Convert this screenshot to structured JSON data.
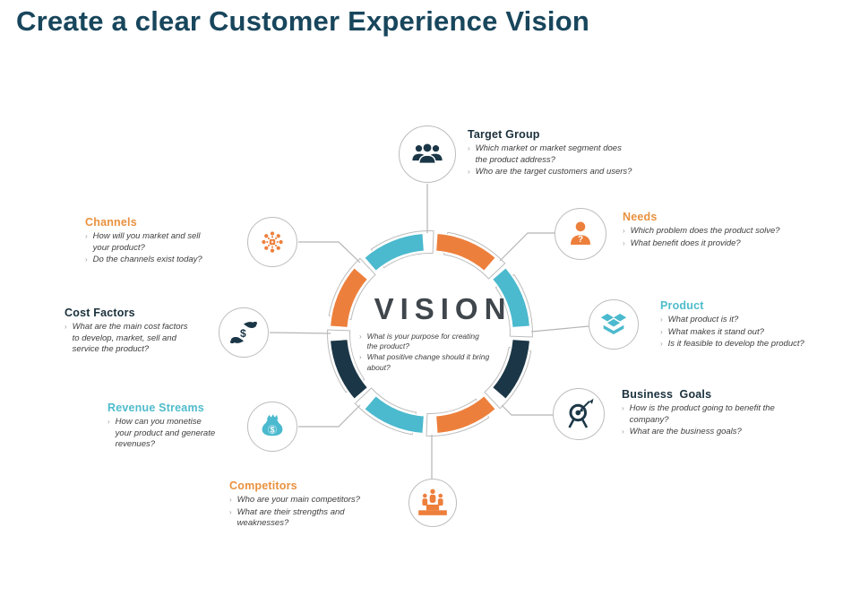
{
  "title": "Create a clear Customer Experience Vision",
  "bullet_marker": "›",
  "palette": {
    "orange": "#ED7F3C",
    "teal": "#4BB9CE",
    "navy": "#1B3747",
    "orange_heading": "#E9913E",
    "teal_heading": "#4FBCCB",
    "navy_heading": "#1A303C",
    "title_color": "#18465C",
    "body_text": "#3E3E3E",
    "marker_gray": "#9B9B9B",
    "line_gray": "#B5B5B5",
    "vision_text": "#3F464C"
  },
  "ring_segment_colors": [
    "orange",
    "teal",
    "navy",
    "orange",
    "teal",
    "navy",
    "orange",
    "teal"
  ],
  "center": {
    "label": "VISION",
    "bullets": [
      "What is your purpose for creating\nthe product?",
      "What positive change  should it bring\nabout?"
    ]
  },
  "icon_glyphs": {
    "dollar": "$",
    "question": "?"
  },
  "nodes": [
    {
      "label": "Target Group",
      "icon": "people-group-icon",
      "bullets": [
        "Which market or market segment does\nthe product address?",
        "Who are the target customers and users?"
      ]
    },
    {
      "label": "Needs",
      "icon": "person-question-icon",
      "bullets": [
        "Which problem does the product solve?",
        "What benefit does it provide?"
      ]
    },
    {
      "label": "Product",
      "icon": "open-box-icon",
      "bullets": [
        "What product is it?",
        "What makes it stand out?",
        "Is it feasible to develop the product?"
      ]
    },
    {
      "label": "Business  Goals",
      "icon": "target-arrow-icon",
      "bullets": [
        "How is the product going to benefit the\ncompany?",
        "What are the business goals?"
      ]
    },
    {
      "label": "Competitors",
      "icon": "podium-people-icon",
      "bullets": [
        "Who are your main competitors?",
        "What are their strengths and\nweaknesses?"
      ]
    },
    {
      "label": "Revenue Streams",
      "icon": "money-bag-icon",
      "bullets": [
        "How can you monetise\nyour product and generate\nrevenues?"
      ]
    },
    {
      "label": "Cost Factors",
      "icon": "hands-dollar-icon",
      "bullets": [
        "What are the main cost factors\nto develop, market, sell and\nservice the product?"
      ]
    },
    {
      "label": "Channels",
      "icon": "network-hub-icon",
      "bullets": [
        "How will you market and sell\nyour product?",
        "Do the channels exist today?"
      ]
    }
  ]
}
